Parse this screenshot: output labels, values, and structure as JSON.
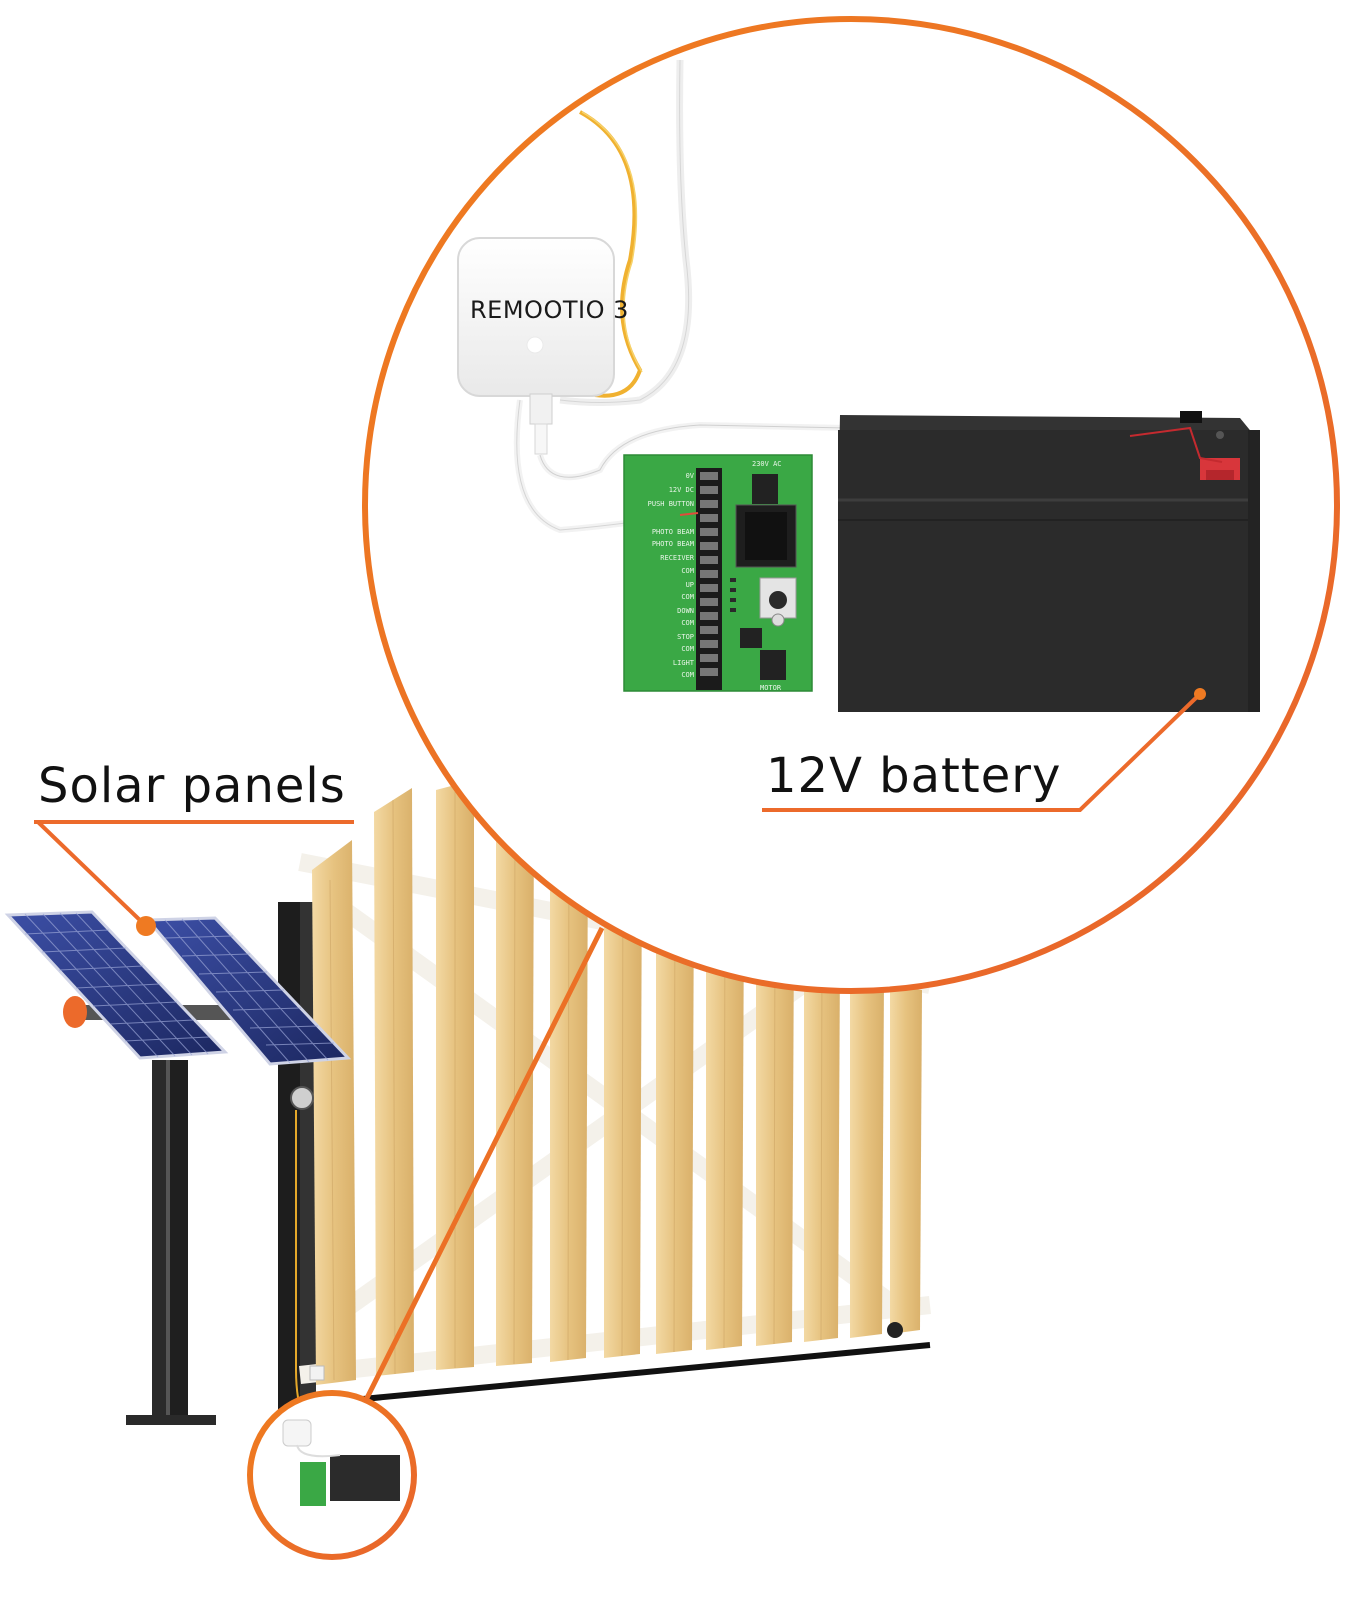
{
  "labels": {
    "solar": "Solar panels",
    "battery": "12V battery",
    "device": "REMOOTIO 3"
  },
  "pcb_terminals": [
    "0V",
    "12V DC",
    "PUSH BUTTON",
    "PHOTO BEAM",
    "PHOTO BEAM",
    "RECEIVER",
    "COM",
    "UP",
    "COM",
    "DOWN",
    "COM",
    "STOP",
    "COM",
    "LIGHT",
    "COM"
  ],
  "pcb_extra": [
    "230V AC",
    "MOTOR"
  ],
  "colors": {
    "callout_line": "#ec6a2b",
    "callout_circle": "#ee7a22",
    "wood": "#e9c98b",
    "battery": "#2b2b2b",
    "pcb": "#3aa845",
    "solar_cell": "#2f3f8f"
  }
}
